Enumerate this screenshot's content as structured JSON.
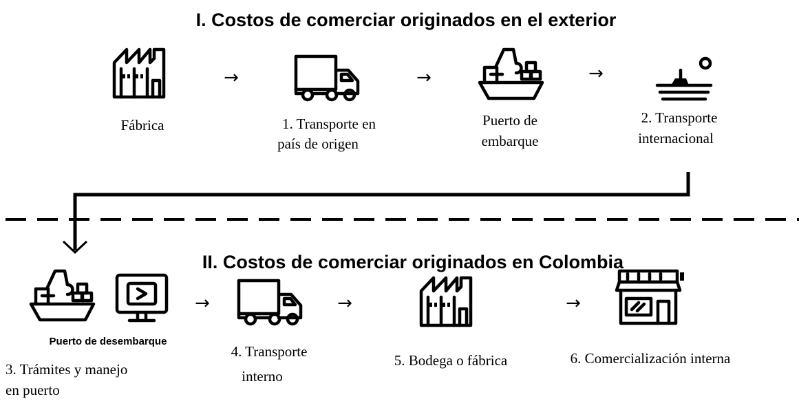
{
  "section1": {
    "title": "I. Costos de comerciar originados en el exterior"
  },
  "section2": {
    "title": "II. Costos de comerciar originados en Colombia"
  },
  "arrow_glyph": "→",
  "top_row": [
    {
      "icon": "factory-icon",
      "lines": [
        "Fábrica"
      ]
    },
    {
      "icon": "truck-icon",
      "lines": [
        "1. Transporte en",
        "país de origen"
      ]
    },
    {
      "icon": "cargo-ship-icon",
      "lines": [
        "Puerto de",
        "embarque"
      ]
    },
    {
      "icon": "sea-transport-icon",
      "lines": [
        "2. Transporte",
        "internacional"
      ]
    }
  ],
  "bottom_row": [
    {
      "icon": "cargo-ship-icon",
      "icon2": "computer-monitor-icon",
      "sublabel": "Puerto de desembarque",
      "lines": [
        "3. Trámites y manejo",
        "en puerto"
      ]
    },
    {
      "icon": "truck-icon",
      "lines": [
        "4. Transporte",
        "interno"
      ]
    },
    {
      "icon": "factory-icon",
      "lines": [
        "5. Bodega o fábrica"
      ]
    },
    {
      "icon": "storefront-icon",
      "lines": [
        "6. Comercialización interna"
      ]
    }
  ]
}
